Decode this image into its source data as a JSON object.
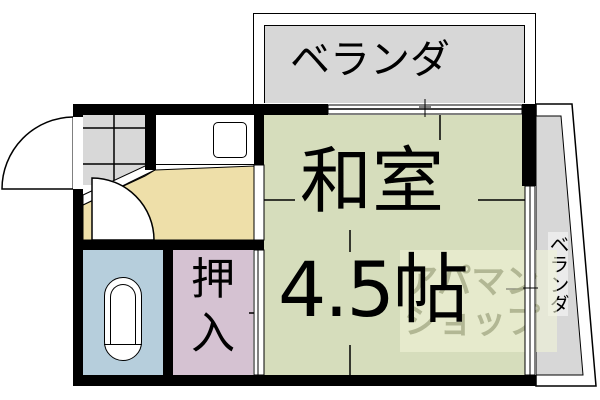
{
  "floorplan": {
    "rooms": {
      "washitsu": {
        "label": "和室",
        "size": "4.5帖",
        "color": "#d6ddbc"
      },
      "veranda_top": {
        "label": "ベランダ",
        "color": "#d7d7d7"
      },
      "veranda_right": {
        "label": "ベランダ",
        "color": "#d7d7d7"
      },
      "closet": {
        "label_line1": "押",
        "label_line2": "入",
        "color": "#d5c2d2"
      },
      "bath": {
        "color": "#b6cedc"
      },
      "kitchen_corridor": {
        "color": "#eedfa9"
      },
      "genkan_tiles": {
        "color": "#d8d8d8"
      }
    },
    "watermark": {
      "text": "アパマンショップ"
    }
  }
}
